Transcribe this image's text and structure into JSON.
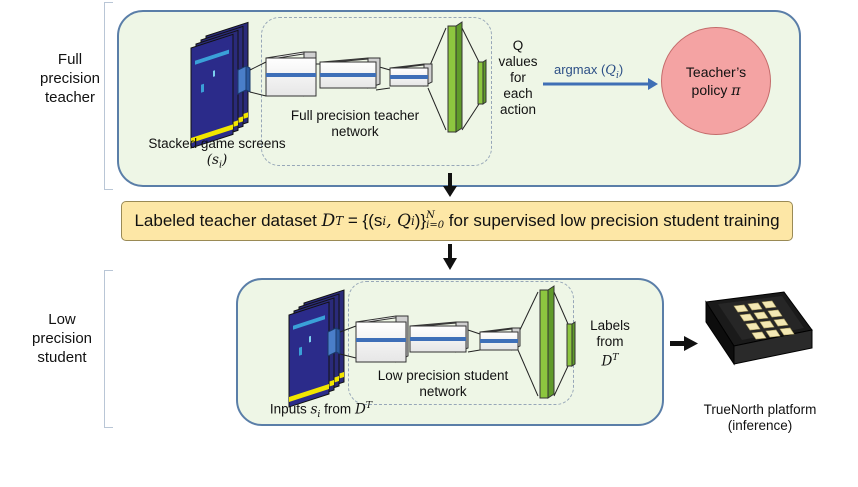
{
  "sections": {
    "teacher_label": [
      "Full",
      "precision",
      "teacher"
    ],
    "student_label": [
      "Low",
      "precision",
      "student"
    ]
  },
  "teacher": {
    "input_caption": "Stacked game screens",
    "input_symbol": "(s",
    "input_symbol_sub": "i",
    "input_symbol_close": ")",
    "network_label": [
      "Full precision teacher",
      "network"
    ],
    "output_label": [
      "Q",
      "values",
      "for",
      "each",
      "action"
    ],
    "argmax_text": "argmax (",
    "argmax_var": "Q",
    "argmax_sub": "i",
    "argmax_close": ")",
    "policy_line1": "Teacher’s",
    "policy_line2": "policy ",
    "policy_symbol": "π"
  },
  "dataset_banner": {
    "prefix": "Labeled teacher dataset ",
    "formula_lhs": "D",
    "formula_sup": "T",
    "formula_mid": " = {(s",
    "formula_sub1": "i",
    "formula_comma": ", Q",
    "formula_sub2": "i",
    "formula_close": ")}",
    "formula_range_sub": "i=0",
    "formula_range_sup": "N",
    "suffix": " for supervised low precision student training"
  },
  "student": {
    "input_caption": "Inputs ",
    "input_var": "s",
    "input_sub": "i",
    "input_from": " from ",
    "input_D": "D",
    "input_D_sup": "T",
    "network_label": [
      "Low precision student",
      "network"
    ],
    "output_label": [
      "Labels",
      "from"
    ],
    "output_D": "D",
    "output_D_sup": "T"
  },
  "hardware": {
    "caption_line1": "TrueNorth platform",
    "caption_line2": "(inference)"
  },
  "colors": {
    "panel_fill": "#eef6e6",
    "panel_border": "#5a7ea8",
    "banner_fill": "#fde7a6",
    "policy_fill": "#f4a3a3",
    "arrow_blue": "#3f6fb5",
    "layer_green": "#8dc63f",
    "game_screen": "#2a2a7a",
    "game_stripe": "#f2e600"
  }
}
